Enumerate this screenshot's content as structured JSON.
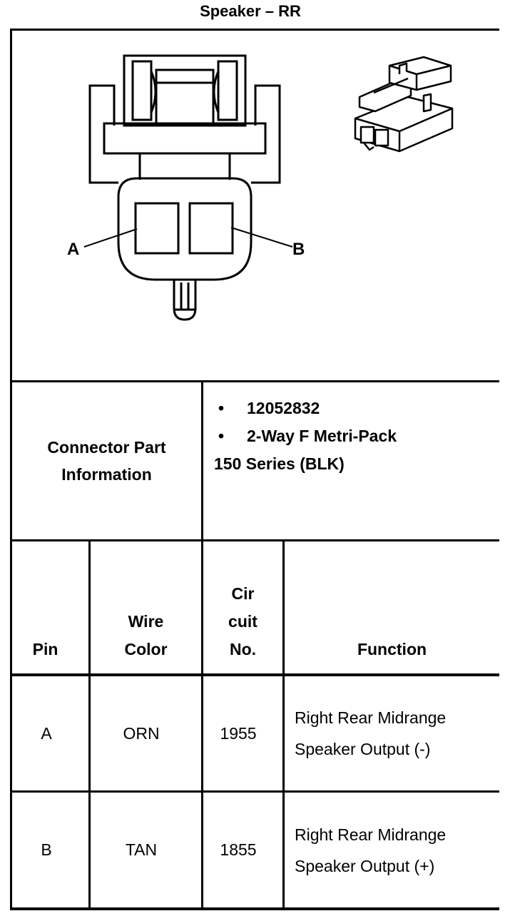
{
  "title": "Speaker – RR",
  "connector": {
    "label": "Connector Part Information",
    "info_lines": [
      "12052832",
      "2-Way F Metri-Pack",
      "150 Series (BLK)"
    ]
  },
  "diagram": {
    "pin_labels": [
      "A",
      "B"
    ]
  },
  "table": {
    "headers": {
      "pin": "Pin",
      "wire_color": "Wire Color",
      "circuit": "Cir cuit No.",
      "function": "Function"
    },
    "rows": [
      {
        "pin": "A",
        "wire_color": "ORN",
        "circuit": "1955",
        "function": "Right Rear Midrange Speaker Output (-)"
      },
      {
        "pin": "B",
        "wire_color": "TAN",
        "circuit": "1855",
        "function": "Right Rear Midrange Speaker Output (+)"
      }
    ]
  }
}
